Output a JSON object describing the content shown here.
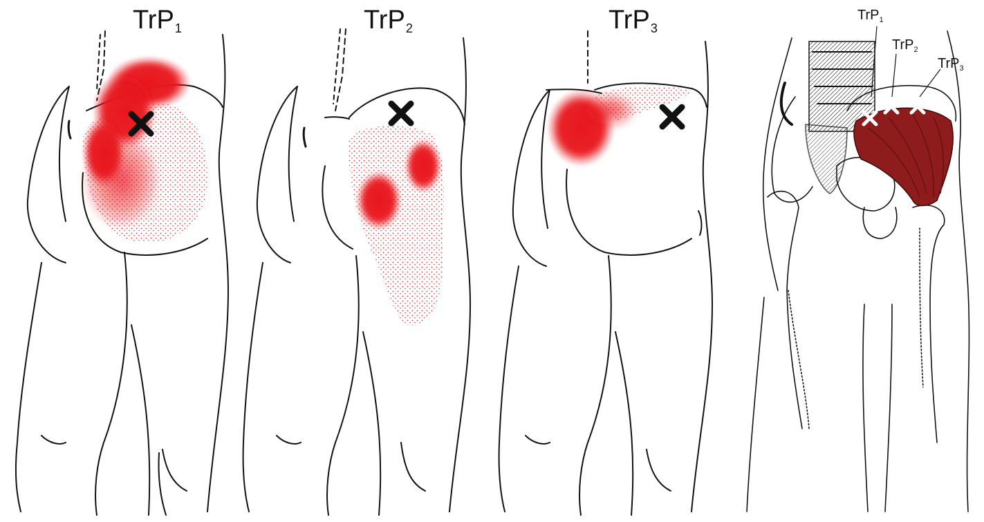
{
  "panels": [
    {
      "id": "panel-1",
      "title": "TrP",
      "subscript": "1"
    },
    {
      "id": "panel-2",
      "title": "TrP",
      "subscript": "2"
    },
    {
      "id": "panel-3",
      "title": "TrP",
      "subscript": "3"
    }
  ],
  "anatomy": {
    "labels": [
      {
        "text": "TrP",
        "subscript": "1"
      },
      {
        "text": "TrP",
        "subscript": "2"
      },
      {
        "text": "TrP",
        "subscript": "3"
      }
    ]
  },
  "colors": {
    "referred_pain": "#e8151b",
    "outline": "#111111",
    "trigger_point_marker": "#111111",
    "muscle": "#8f1c1c",
    "anatomy_marker": "#ffffff"
  },
  "icons": {
    "trigger_point": "x-mark-icon"
  }
}
